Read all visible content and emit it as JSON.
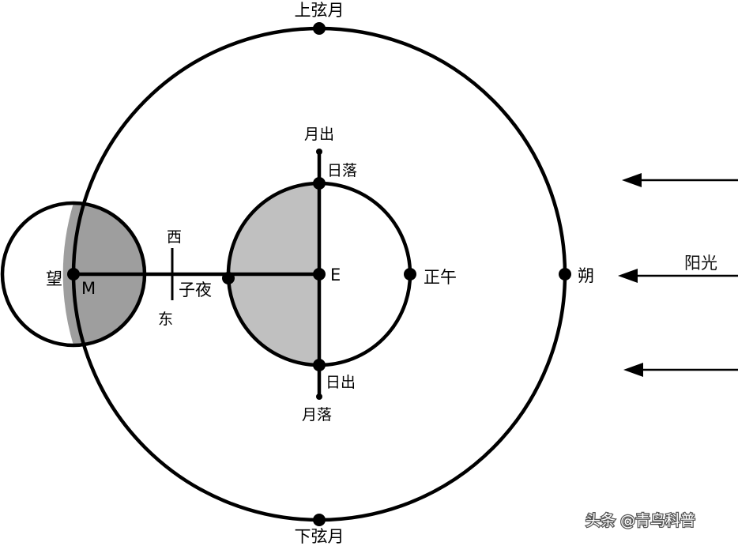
{
  "labels": {
    "first_quarter": "上弦月",
    "last_quarter": "下弦月",
    "full_moon": "望",
    "new_moon": "朔",
    "moonrise": "月出",
    "moonset": "月落",
    "sunset": "日落",
    "sunrise": "日出",
    "noon": "正午",
    "midnight": "子夜",
    "west": "西",
    "east": "东",
    "earth": "E",
    "moon": "M",
    "sunlight": "阳光"
  },
  "watermark": {
    "text": "头条 @青鸟科普"
  },
  "colors": {
    "stroke": "#000000",
    "earth_shadow": "#c0c0c0",
    "moon_shadow": "#9e9e9e",
    "background": "#ffffff"
  }
}
